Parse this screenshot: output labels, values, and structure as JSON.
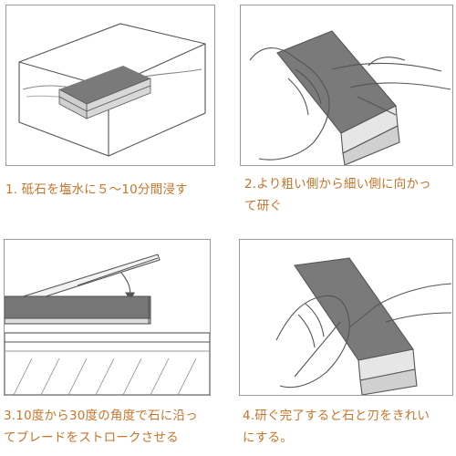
{
  "steps": [
    {
      "caption": "1.  砥石を塩水に５～10分間浸す"
    },
    {
      "caption_line1": "2.より粗い側から細い側に向かっ",
      "caption_line2": "て研ぐ"
    },
    {
      "caption_line1": "3.10度から30度の角度で石に沿っ",
      "caption_line2": "てブレードをストロークさせる"
    },
    {
      "caption_line1": "4.研ぐ完了すると石と刃をきれい",
      "caption_line2": "にする。"
    }
  ],
  "colors": {
    "caption": "#c8742a",
    "frame": "#9a9a9a",
    "stone": "#6e6e6e"
  }
}
